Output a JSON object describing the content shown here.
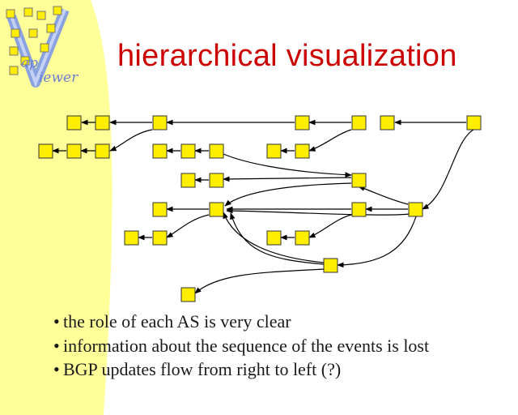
{
  "slide": {
    "title": "hierarchical visualization",
    "bullets": [
      "the role of each AS is very clear",
      "information about the sequence of the events is lost",
      "BGP updates flow from right to left (?)"
    ]
  },
  "logo": {
    "letter_ap": "ap",
    "letter_iewer": "iewer"
  },
  "colors": {
    "background_band": "#ffff99",
    "node_fill": "#ffee00",
    "node_stroke": "#333333",
    "edge": "#000000",
    "title": "#cc0000",
    "logo_letters": "#6e7fd0"
  }
}
